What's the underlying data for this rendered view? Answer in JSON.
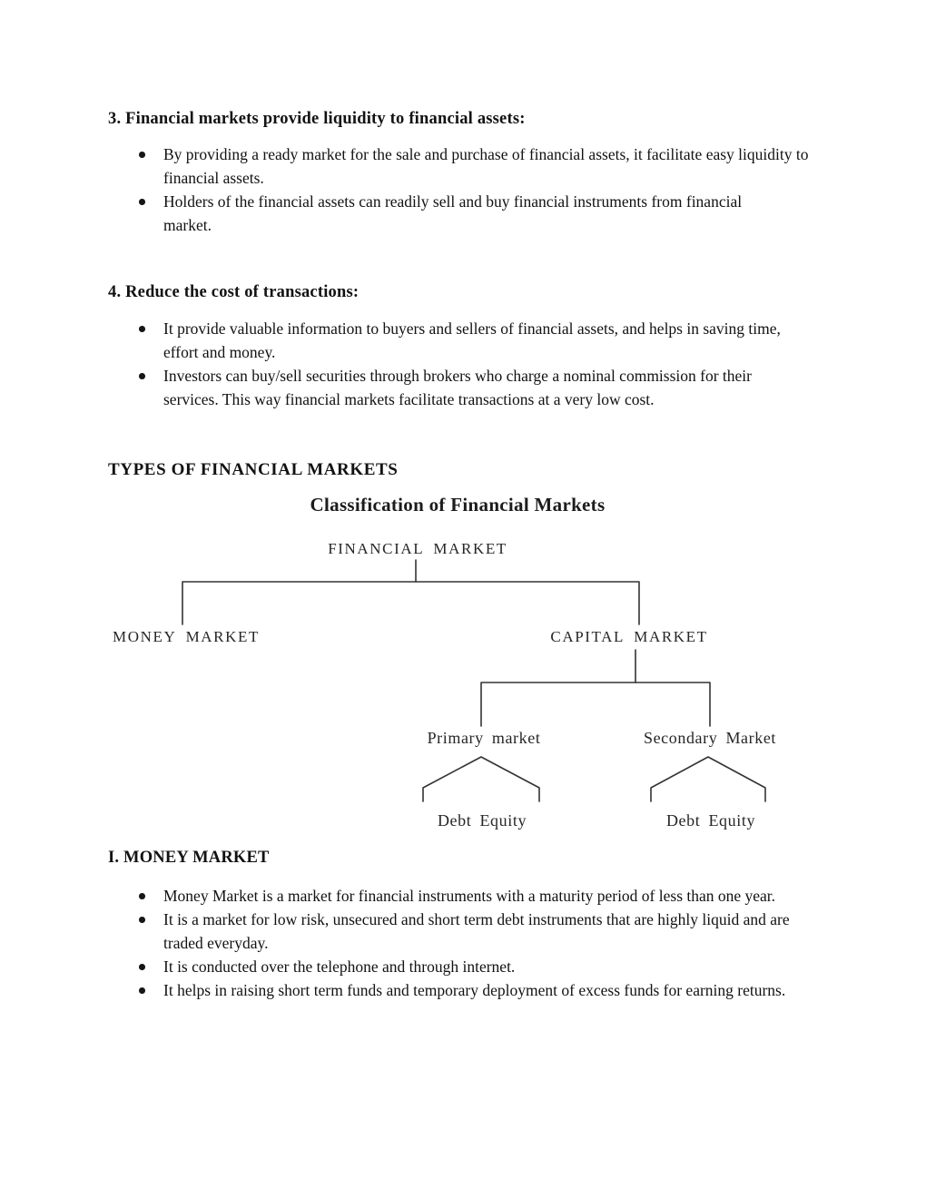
{
  "page": {
    "background": "#ffffff",
    "ink_color": "#121212",
    "diagram_line_color": "#333333"
  },
  "sections": [
    {
      "heading": "3. Financial markets provide liquidity to financial assets:",
      "bullets": [
        "By providing a ready market for the sale and purchase of financial assets, it facilitate easy liquidity to financial assets.",
        "Holders of the financial assets can readily sell and buy financial instruments from financial market."
      ]
    },
    {
      "heading": "4. Reduce the cost of transactions:",
      "bullets": [
        "It provide valuable information to buyers and sellers of financial assets, and helps in saving time, effort and money.",
        "Investors can buy/sell securities through brokers who charge a nominal commission for their services. This way financial markets facilitate transactions at a very low cost."
      ]
    }
  ],
  "types_heading": "TYPES OF FINANCIAL MARKETS",
  "diagram": {
    "title": "Classification of Financial Markets",
    "root": "FINANCIAL MARKET",
    "level1": [
      "MONEY MARKET",
      "CAPITAL MARKET"
    ],
    "level2": [
      "Primary market",
      "Secondary Market"
    ],
    "level3": [
      "Debt Equity",
      "Debt Equity"
    ]
  },
  "money_market": {
    "heading": "I. MONEY MARKET",
    "bullets": [
      "Money Market is a market for financial instruments with a maturity period of less than one year.",
      "It is a market for low risk, unsecured and short term debt instruments that are highly liquid and are traded everyday.",
      "It is conducted over the telephone and through internet.",
      "It helps in raising short term funds and temporary deployment of excess funds for earning returns."
    ]
  }
}
